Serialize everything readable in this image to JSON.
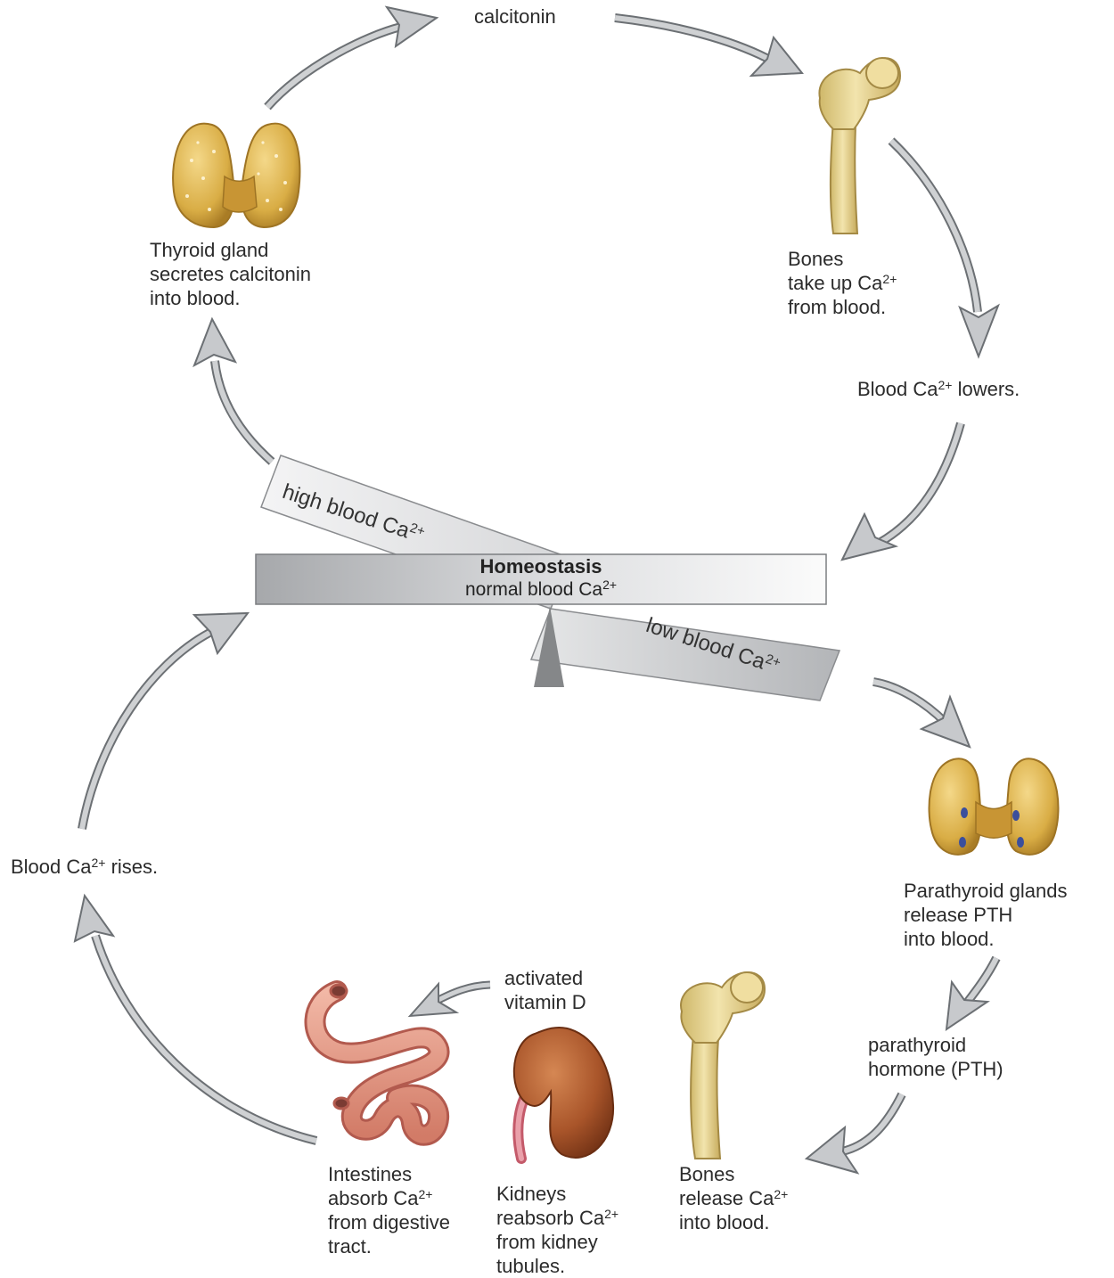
{
  "top_hormone": "calcitonin",
  "thyroid": {
    "lines": [
      "Thyroid gland",
      "secretes calcitonin",
      "into blood."
    ]
  },
  "bones_up": {
    "lines": [
      "Bones",
      "take up Ca",
      "from blood."
    ],
    "sup": "2+"
  },
  "lowers": {
    "pre": "Blood Ca",
    "sup": "2+",
    "post": " lowers."
  },
  "seesaw": {
    "high": {
      "text": "high blood Ca",
      "sup": "2+"
    },
    "low": {
      "text": "low blood Ca",
      "sup": "2+"
    },
    "title": "Homeostasis",
    "subtitle": "normal blood Ca",
    "sup": "2+"
  },
  "rises": {
    "pre": "Blood Ca",
    "sup": "2+",
    "post": " rises."
  },
  "parathyroid": {
    "lines": [
      "Parathyroid glands",
      "release PTH",
      "into blood."
    ]
  },
  "pth": {
    "lines": [
      "parathyroid",
      "hormone (PTH)"
    ]
  },
  "vitd": {
    "lines": [
      "activated",
      "vitamin D"
    ]
  },
  "bones_release": {
    "lines": [
      "Bones",
      "release Ca",
      "into blood."
    ],
    "sup": "2+"
  },
  "kidneys": {
    "lines": [
      "Kidneys",
      "reabsorb Ca",
      "from kidney",
      "tubules."
    ],
    "sup": "2+"
  },
  "intestines": {
    "lines": [
      "Intestines",
      "absorb Ca",
      "from digestive",
      "tract."
    ],
    "sup": "2+"
  },
  "colors": {
    "arrow_fill": "#c7c9cc",
    "arrow_stroke": "#707478",
    "gland": "#d9b24c",
    "bone": "#e6d291",
    "kidney": "#a9552a",
    "intestine": "#e39a88"
  }
}
